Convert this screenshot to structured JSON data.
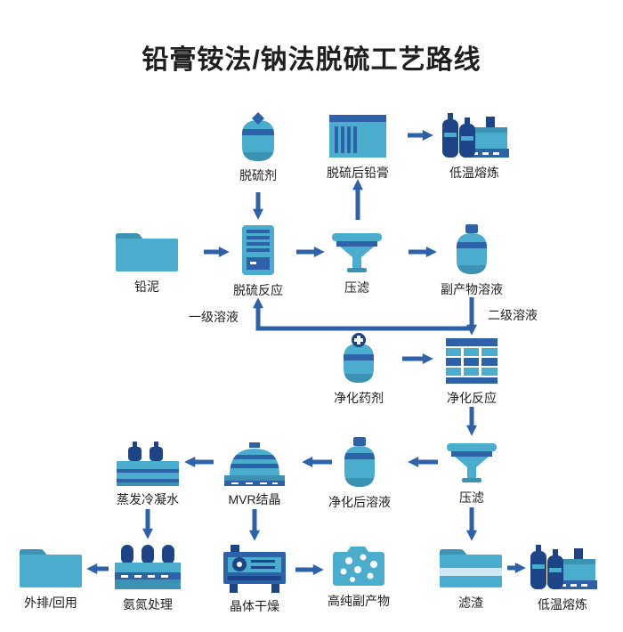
{
  "title": "铅膏铵法/钠法脱硫工艺路线",
  "colors": {
    "teal": "#4aadce",
    "tealDark": "#3b92b2",
    "blue": "#2e62a8",
    "blueDark": "#1d4486",
    "light": "#cfe9f3",
    "text": "#1f1f1f",
    "bg": "#ffffff"
  },
  "nodes": {
    "desulf_agent": {
      "label": "脱硫剂"
    },
    "desulf_paste": {
      "label": "脱硫后铅膏"
    },
    "smelt1": {
      "label": "低温熔炼"
    },
    "lead_mud": {
      "label": "铅泥"
    },
    "desulf_reaction": {
      "label": "脱硫反应"
    },
    "filter1": {
      "label": "压滤"
    },
    "byproduct_solution": {
      "label": "副产物溶液"
    },
    "purif_agent": {
      "label": "净化药剂"
    },
    "purif_reaction": {
      "label": "净化反应"
    },
    "evap_condensate": {
      "label": "蒸发冷凝水"
    },
    "mvr_crystallization": {
      "label": "MVR结晶"
    },
    "purified_solution": {
      "label": "净化后溶液"
    },
    "filter2": {
      "label": "压滤"
    },
    "discharge_reuse": {
      "label": "外排/回用"
    },
    "ammonia_treatment": {
      "label": "氨氮处理"
    },
    "crystal_drying": {
      "label": "晶体干燥"
    },
    "high_purity_byproduct": {
      "label": "高纯副产物"
    },
    "filter_residue": {
      "label": "滤渣"
    },
    "smelt2": {
      "label": "低温熔炼"
    }
  },
  "edge_labels": {
    "first_stage": "一级溶液",
    "second_stage": "二级溶液"
  },
  "edges": [
    {
      "from": "lead_mud",
      "to": "desulf_reaction"
    },
    {
      "from": "desulf_agent",
      "to": "desulf_reaction"
    },
    {
      "from": "desulf_reaction",
      "to": "filter1"
    },
    {
      "from": "filter1",
      "to": "desulf_paste"
    },
    {
      "from": "desulf_paste",
      "to": "smelt1"
    },
    {
      "from": "filter1",
      "to": "byproduct_solution"
    },
    {
      "from": "byproduct_solution",
      "to": "purif_reaction",
      "label": "二级溶液"
    },
    {
      "from": "byproduct_solution",
      "to": "desulf_reaction",
      "label": "一级溶液"
    },
    {
      "from": "purif_agent",
      "to": "purif_reaction"
    },
    {
      "from": "purif_reaction",
      "to": "filter2"
    },
    {
      "from": "filter2",
      "to": "purified_solution"
    },
    {
      "from": "purified_solution",
      "to": "mvr_crystallization"
    },
    {
      "from": "mvr_crystallization",
      "to": "evap_condensate"
    },
    {
      "from": "evap_condensate",
      "to": "ammonia_treatment"
    },
    {
      "from": "mvr_crystallization",
      "to": "crystal_drying"
    },
    {
      "from": "filter2",
      "to": "filter_residue"
    },
    {
      "from": "ammonia_treatment",
      "to": "discharge_reuse"
    },
    {
      "from": "crystal_drying",
      "to": "high_purity_byproduct"
    },
    {
      "from": "filter_residue",
      "to": "smelt2"
    }
  ]
}
